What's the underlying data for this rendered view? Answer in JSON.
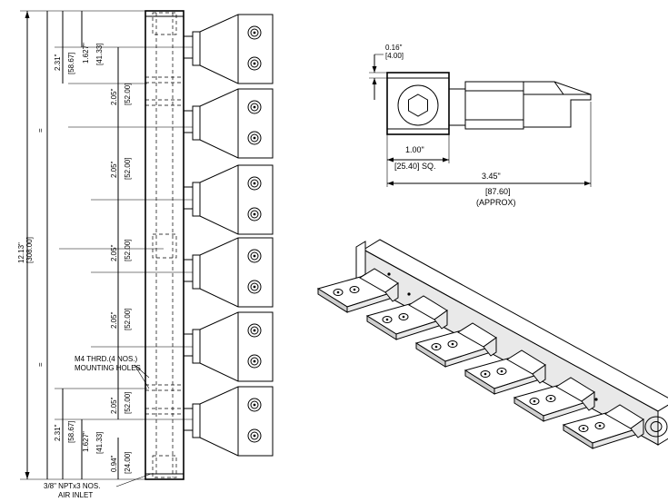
{
  "labels": {
    "overall_in": "12.13\"",
    "overall_mm": "[308.00]",
    "equal_top": "=",
    "equal_bottom": "=",
    "top_pitch_in": "2.31\"",
    "top_pitch_mm": "[58.67]",
    "top_inner_in": "1.627\"",
    "top_inner_mm": "[41.33]",
    "pitch_in": "2.05\"",
    "pitch_mm": "[52.00]",
    "bot_pitch_in": "2.31\"",
    "bot_pitch_mm": "[58.67]",
    "bot_inner_in": "1.627\"",
    "bot_inner_mm": "[41.33]",
    "bottom_in": "0.94\"",
    "bottom_mm": "[24.00]",
    "m4_line1": "M4 THRD.(4 NOS.)",
    "m4_line2": "MOUNTING HOLES",
    "npt_line1": "3/8\" NPTx3 NOS.",
    "npt_line2": "AIR INLET",
    "side_top_in": "0.16\"",
    "side_top_mm": "[4.00]",
    "square_in": "1.00\"",
    "square_mm": "[25.40] SQ.",
    "length_in": "3.45\"",
    "length_mm": "[87.60]",
    "length_note": "(APPROX)"
  }
}
